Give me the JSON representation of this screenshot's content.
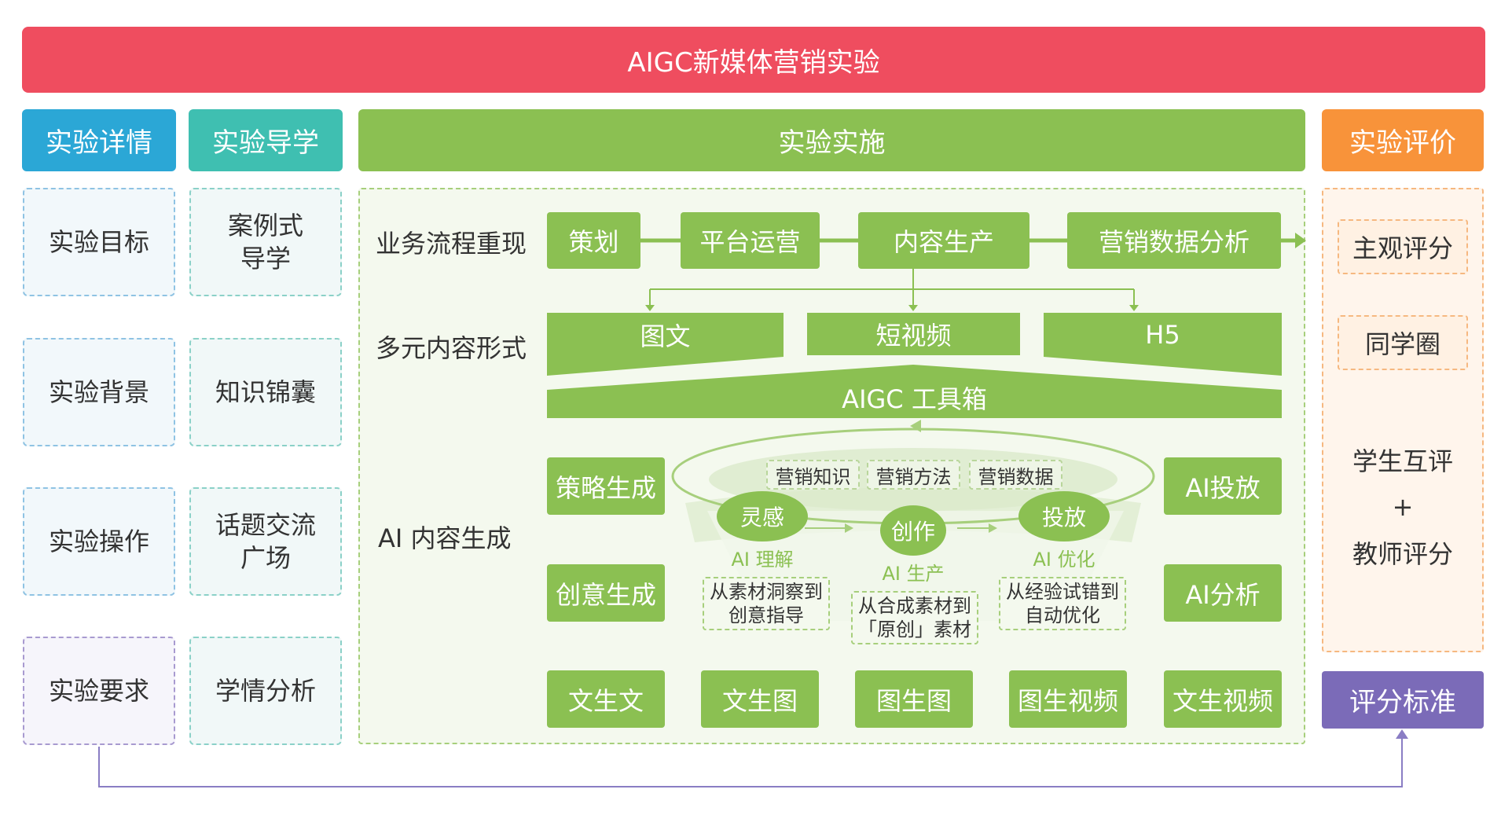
{
  "title": "AIGC新媒体营销实验",
  "columns": {
    "details": "实验详情",
    "guide": "实验导学",
    "implementation": "实验实施",
    "evaluation": "实验评价"
  },
  "details_items": [
    "实验目标",
    "实验背景",
    "实验操作",
    "实验要求"
  ],
  "guide_items": [
    "案例式\n导学",
    "知识锦囊",
    "话题交流\n广场",
    "学情分析"
  ],
  "rows": {
    "process": "业务流程重现",
    "content_forms": "多元内容形式",
    "ai_generation": "AI 内容生成"
  },
  "process_steps": [
    "策划",
    "平台运营",
    "内容生产",
    "营销数据分析"
  ],
  "content_forms": [
    "图文",
    "短视频",
    "H5"
  ],
  "toolbox": "AIGC 工具箱",
  "left_gen": [
    "策略生成",
    "创意生成"
  ],
  "right_gen": [
    "AI投放",
    "AI分析"
  ],
  "knowledge_chips": [
    "营销知识",
    "营销方法",
    "营销数据"
  ],
  "stages": [
    {
      "name": "灵感",
      "sub": "AI 理解",
      "desc": "从素材洞察到\n创意指导"
    },
    {
      "name": "创作",
      "sub": "AI 生产",
      "desc": "从合成素材到\n「原创」素材"
    },
    {
      "name": "投放",
      "sub": "AI 优化",
      "desc": "从经验试错到\n自动优化"
    }
  ],
  "bottom_tools": [
    "文生文",
    "文生图",
    "图生图",
    "图生视频",
    "文生视频"
  ],
  "evaluation_items": [
    "主观评分",
    "同学圈",
    "学生互评",
    "+",
    "教师评分"
  ],
  "score_standard": "评分标准",
  "colors": {
    "title": "#ef4d5f",
    "details": "#2ba7d6",
    "guide": "#3fbfb1",
    "implementation": "#8bc052",
    "evaluation": "#f8933a",
    "score_standard": "#7b6bb8"
  }
}
